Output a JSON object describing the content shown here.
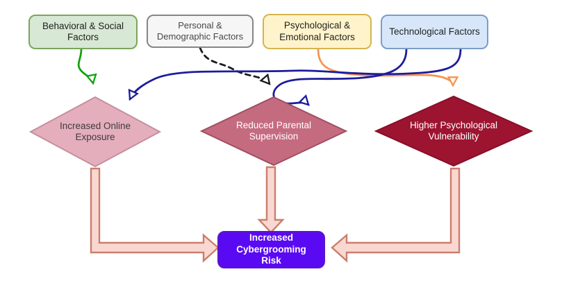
{
  "diagram": {
    "sources": [
      {
        "label": "Behavioral & Social Factors",
        "fill": "#d7e8d4",
        "stroke": "#79a65c"
      },
      {
        "label": "Personal & Demographic Factors",
        "fill": "#f6f6f6",
        "stroke": "#858585"
      },
      {
        "label": "Psychological & Emotional Factors",
        "fill": "#fff3cb",
        "stroke": "#d4b44e"
      },
      {
        "label": "Technological Factors",
        "fill": "#d7e7f9",
        "stroke": "#7a9dc7"
      }
    ],
    "mediators": [
      {
        "label": "Increased Online Exposure",
        "fill": "#e5aebc",
        "stroke": "#c58f9d",
        "text_color": "#3c3c3c"
      },
      {
        "label": "Reduced Parental Supervision",
        "fill": "#c56b80",
        "stroke": "#a14e62",
        "text_color": "#ffffff"
      },
      {
        "label": "Higher Psychological Vulnerability",
        "fill": "#9d1430",
        "stroke": "#870f28",
        "text_color": "#ffffff"
      }
    ],
    "outcome": {
      "label": "Increased Cybergrooming Risk",
      "fill": "#5a0af2",
      "stroke": "#5b16c8",
      "text_color": "#ffffff"
    },
    "edges": [
      {
        "from": "Behavioral & Social Factors",
        "to": "Increased Online Exposure",
        "color": "#12a212",
        "style": "solid-curve"
      },
      {
        "from": "Personal & Demographic Factors",
        "to": "Reduced Parental Supervision",
        "color": "#1a1a1a",
        "style": "dashed-curve"
      },
      {
        "from": "Psychological & Emotional Factors",
        "to": "Higher Psychological Vulnerability",
        "color": "#f79350",
        "style": "solid-curve"
      },
      {
        "from": "Technological Factors",
        "to": "Increased Online Exposure",
        "color": "#1c1c9c",
        "style": "solid-curve"
      },
      {
        "from": "Technological Factors",
        "to": "Reduced Parental Supervision",
        "color": "#1c1c9c",
        "style": "solid-curve"
      },
      {
        "from": "Increased Online Exposure",
        "to": "Increased Cybergrooming Risk",
        "style": "block-arrow"
      },
      {
        "from": "Reduced Parental Supervision",
        "to": "Increased Cybergrooming Risk",
        "style": "block-arrow"
      },
      {
        "from": "Higher Psychological Vulnerability",
        "to": "Increased Cybergrooming Risk",
        "style": "block-arrow"
      }
    ],
    "block_arrow": {
      "fill": "#f9d8d1",
      "stroke": "#cb7e6d"
    }
  }
}
